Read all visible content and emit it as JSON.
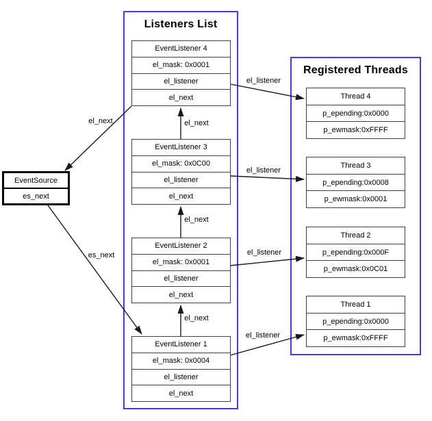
{
  "diagram": {
    "listeners_panel": {
      "title": "Listeners List",
      "items": [
        {
          "title": "EventListener 4",
          "fields": [
            "el_mask: 0x0001",
            "el_listener",
            "el_next"
          ]
        },
        {
          "title": "EventListener 3",
          "fields": [
            "el_mask: 0x0C00",
            "el_listener",
            "el_next"
          ]
        },
        {
          "title": "EventListener 2",
          "fields": [
            "el_mask: 0x0001",
            "el_listener",
            "el_next"
          ]
        },
        {
          "title": "EventListener 1",
          "fields": [
            "el_mask: 0x0004",
            "el_listener",
            "el_next"
          ]
        }
      ]
    },
    "threads_panel": {
      "title": "Registered Threads",
      "items": [
        {
          "title": "Thread 4",
          "fields": [
            "p_epending:0x0000",
            "p_ewmask:0xFFFF"
          ]
        },
        {
          "title": "Thread 3",
          "fields": [
            "p_epending:0x0008",
            "p_ewmask:0x0001"
          ]
        },
        {
          "title": "Thread 2",
          "fields": [
            "p_epending:0x000F",
            "p_ewmask:0x0C01"
          ]
        },
        {
          "title": "Thread 1",
          "fields": [
            "p_epending:0x0000",
            "p_ewmask:0xFFFF"
          ]
        }
      ]
    },
    "event_source": {
      "title": "EventSource",
      "fields": [
        "es_next"
      ]
    },
    "edges": [
      {
        "id": "el4-to-eventsource",
        "label": "el_next",
        "from": "EventListener 4",
        "to": "EventSource"
      },
      {
        "id": "eventsource-to-el1",
        "label": "es_next",
        "from": "EventSource",
        "to": "EventListener 1"
      },
      {
        "id": "el3-to-el4",
        "label": "el_next",
        "from": "EventListener 3",
        "to": "EventListener 4"
      },
      {
        "id": "el2-to-el3",
        "label": "el_next",
        "from": "EventListener 2",
        "to": "EventListener 3"
      },
      {
        "id": "el1-to-el2",
        "label": "el_next",
        "from": "EventListener 1",
        "to": "EventListener 2"
      },
      {
        "id": "el4-to-thread4",
        "label": "el_listener",
        "from": "EventListener 4",
        "to": "Thread 4"
      },
      {
        "id": "el3-to-thread3",
        "label": "el_listener",
        "from": "EventListener 3",
        "to": "Thread 3"
      },
      {
        "id": "el2-to-thread2",
        "label": "el_listener",
        "from": "EventListener 2",
        "to": "Thread 2"
      },
      {
        "id": "el1-to-thread1",
        "label": "el_listener",
        "from": "EventListener 1",
        "to": "Thread 1"
      }
    ],
    "colors": {
      "container_border": "#3d3de0",
      "node_border": "#3f3f3f",
      "source_border": "#000000",
      "arrow": "#1a1a1a",
      "text": "#000000",
      "background": "#ffffff"
    }
  }
}
